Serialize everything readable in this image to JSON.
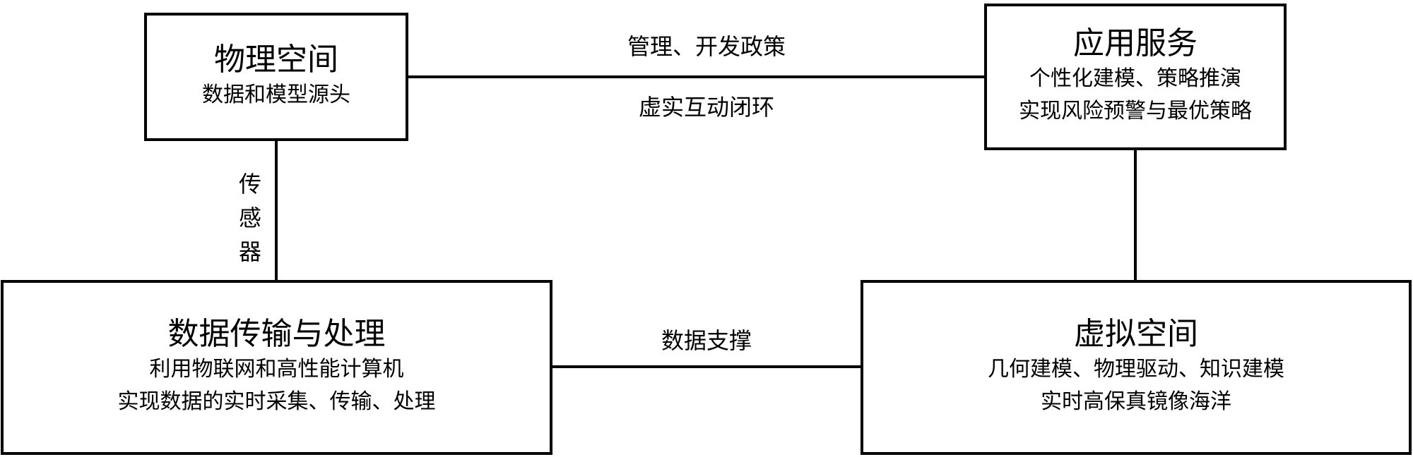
{
  "nodes": {
    "physical_space": {
      "title": "物理空间",
      "lines": [
        "数据和模型源头"
      ]
    },
    "application_service": {
      "title": "应用服务",
      "lines": [
        "个性化建模、策略推演",
        "实现风险预警与最优策略"
      ]
    },
    "data_processing": {
      "title": "数据传输与处理",
      "lines": [
        "利用物联网和高性能计算机",
        "实现数据的实时采集、传输、处理"
      ]
    },
    "virtual_space": {
      "title": "虚拟空间",
      "lines": [
        "几何建模、物理驱动、知识建模",
        "实时高保真镜像海洋"
      ]
    }
  },
  "edges": {
    "top": {
      "label_upper": "管理、开发政策",
      "label_lower": "虚实互动闭环"
    },
    "left": {
      "label": [
        "传",
        "感",
        "器"
      ]
    },
    "bottom": {
      "label": "数据支撑"
    }
  }
}
